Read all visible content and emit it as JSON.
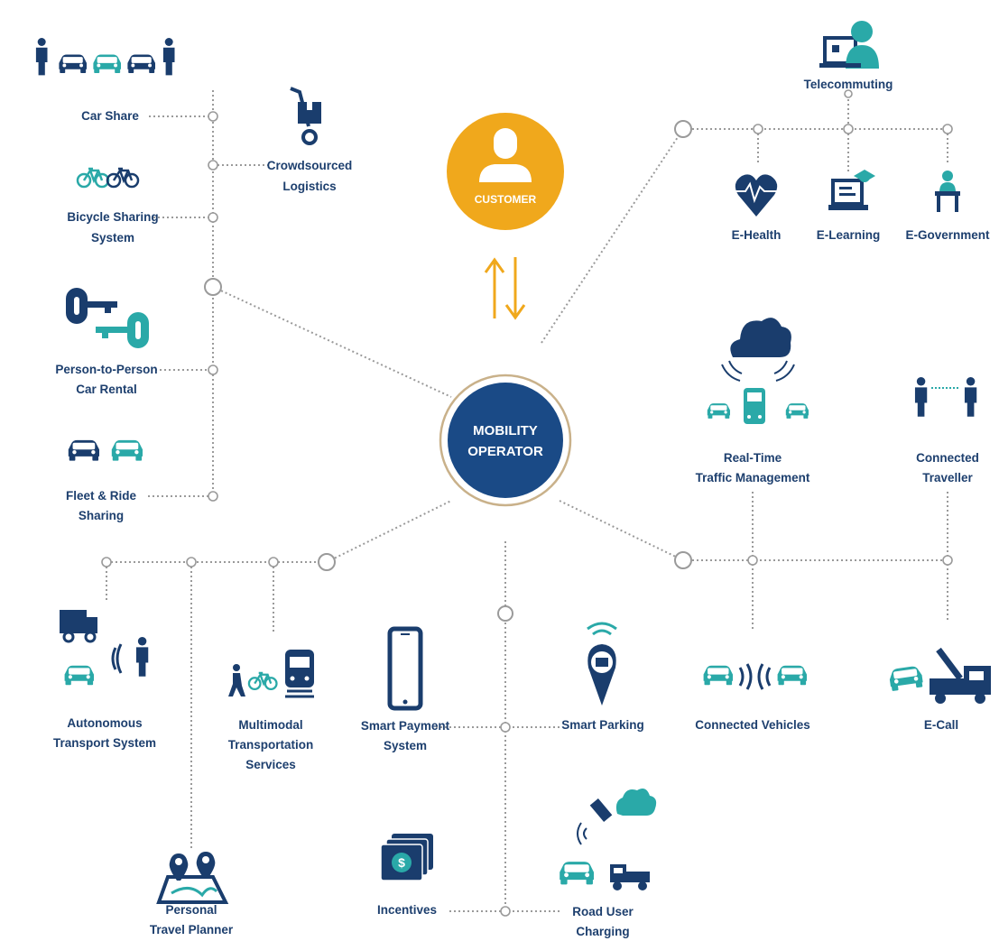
{
  "hub": {
    "line1": "MOBILITY",
    "line2": "OPERATOR"
  },
  "customer": {
    "label": "CUSTOMER"
  },
  "services": {
    "car_share": [
      "Car Share"
    ],
    "crowdsourced_logistics": [
      "Crowdsourced",
      "Logistics"
    ],
    "bicycle_sharing": [
      "Bicycle Sharing",
      "System"
    ],
    "p2p_rental": [
      "Person-to-Person",
      "Car Rental"
    ],
    "fleet_ride": [
      "Fleet & Ride",
      "Sharing"
    ],
    "telecommuting": [
      "Telecommuting"
    ],
    "e_health": [
      "E-Health"
    ],
    "e_learning": [
      "E-Learning"
    ],
    "e_government": [
      "E-Government"
    ],
    "traffic_mgmt": [
      "Real-Time",
      "Traffic Management"
    ],
    "connected_traveller": [
      "Connected",
      "Traveller"
    ],
    "connected_vehicles": [
      "Connected Vehicles"
    ],
    "e_call": [
      "E-Call"
    ],
    "autonomous": [
      "Autonomous",
      "Transport System"
    ],
    "multimodal": [
      "Multimodal",
      "Transportation",
      "Services"
    ],
    "travel_planner": [
      "Personal",
      "Travel Planner"
    ],
    "smart_payment": [
      "Smart Payment",
      "System"
    ],
    "smart_parking": [
      "Smart Parking"
    ],
    "incentives": [
      "Incentives"
    ],
    "road_user_charging": [
      "Road User",
      "Charging"
    ]
  },
  "colors": {
    "navy": "#1a3d6d",
    "teal": "#2aa9a8",
    "orange": "#f0a81c",
    "line": "#9a9a9a"
  },
  "icons": {
    "car_share": "people-cars-icon",
    "crowdsourced_logistics": "hand-truck-icon",
    "bicycle_sharing": "bicycles-icon",
    "p2p_rental": "keys-icon",
    "fleet_ride": "cars-icon",
    "telecommuting": "person-at-screen-icon",
    "e_health": "heart-pulse-icon",
    "e_learning": "laptop-icon",
    "e_government": "podium-icon",
    "traffic_mgmt": "cloud-vehicles-icon",
    "connected_traveller": "people-signal-icon",
    "connected_vehicles": "cars-signal-icon",
    "e_call": "tow-truck-icon",
    "autonomous": "truck-car-person-icon",
    "multimodal": "walk-bike-train-icon",
    "travel_planner": "map-pin-icon",
    "smart_payment": "phone-icon",
    "smart_parking": "parking-meter-icon",
    "incentives": "money-icon",
    "road_user_charging": "satellite-cars-icon",
    "customer": "user-icon"
  }
}
